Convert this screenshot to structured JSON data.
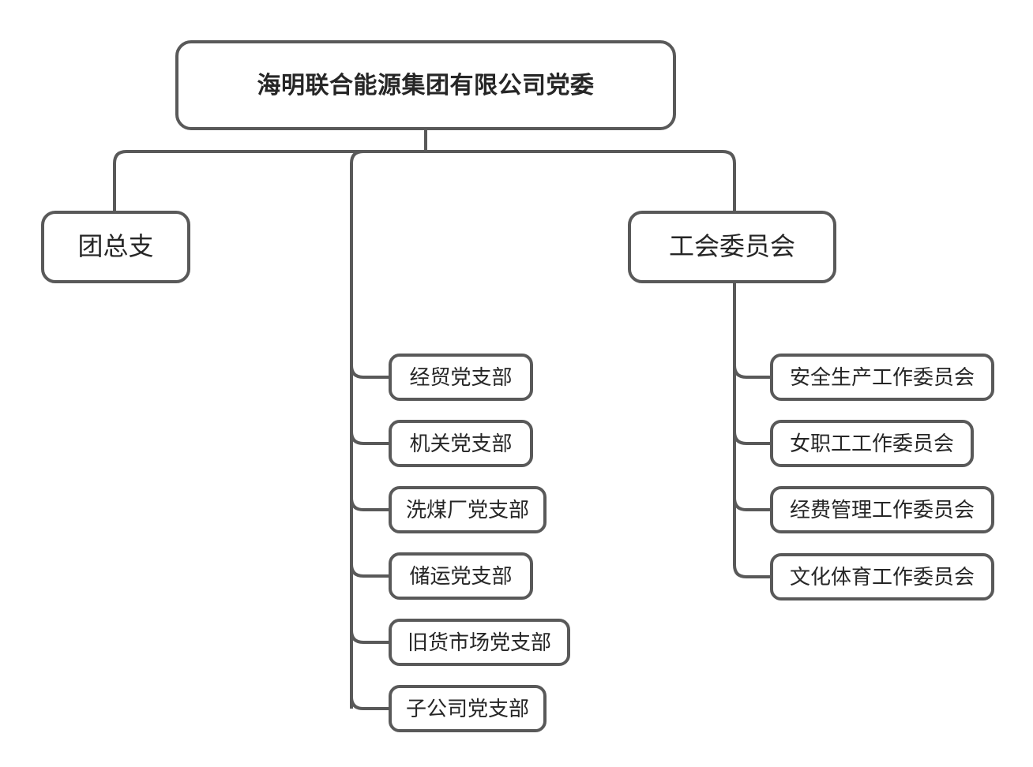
{
  "diagram": {
    "title_text": "海明联合能源集团有限公司党委",
    "type": "organization-chart",
    "colors": {
      "line": "#595959",
      "box_border": "#595959",
      "box_fill": "#ffffff",
      "text": "#262626",
      "background": "#ffffff"
    },
    "root": {
      "label": "海明联合能源集团有限公司党委"
    },
    "level2": [
      {
        "label": "团总支"
      },
      {
        "label": "工会委员会"
      }
    ],
    "party_branches": [
      {
        "label": "经贸党支部"
      },
      {
        "label": "机关党支部"
      },
      {
        "label": "洗煤厂党支部"
      },
      {
        "label": "储运党支部"
      },
      {
        "label": "旧货市场党支部"
      },
      {
        "label": "子公司党支部"
      }
    ],
    "union_committees": [
      {
        "label": "安全生产工作委员会"
      },
      {
        "label": "女职工工作委员会"
      },
      {
        "label": "经费管理工作委员会"
      },
      {
        "label": "文化体育工作委员会"
      }
    ]
  }
}
